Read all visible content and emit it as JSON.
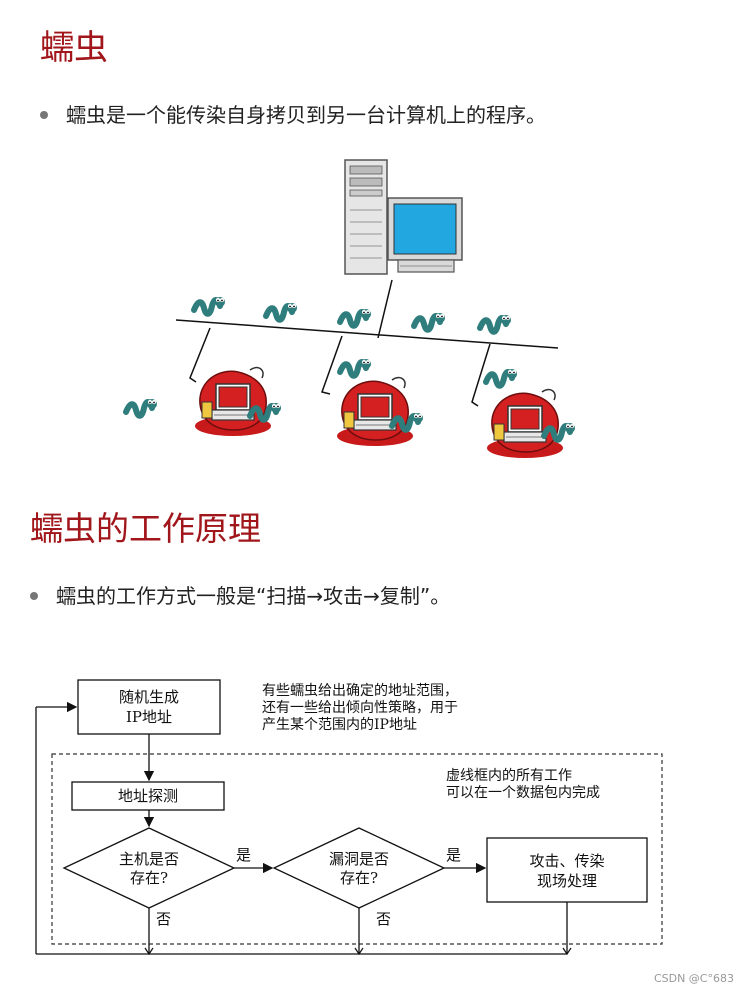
{
  "section1": {
    "title": "蠕虫",
    "bullet": "蠕虫是一个能传染自身拷贝到另一台计算机上的程序。"
  },
  "section2": {
    "title": "蠕虫的工作原理",
    "bullet": "蠕虫的工作方式一般是“扫描→攻击→复制”。"
  },
  "flowchart": {
    "box_generate": [
      "随机生成",
      "IP地址"
    ],
    "note_generate": [
      "有些蠕虫给出确定的地址范围，",
      "还有一些给出倾向性策略，用于",
      "产生某个范围内的IP地址"
    ],
    "note_dashed": [
      "虚线框内的所有工作",
      "可以在一个数据包内完成"
    ],
    "box_probe": "地址探测",
    "decision_host": [
      "主机是否",
      "存在?"
    ],
    "decision_vuln": [
      "漏洞是否",
      "存在?"
    ],
    "box_attack": [
      "攻击、传染",
      "现场处理"
    ],
    "yes": "是",
    "no": "否"
  },
  "watermark": "CSDN @C°683",
  "colors": {
    "title": "#a0161b",
    "worm": "#2f7d7d",
    "infected": "#d42020",
    "screen": "#22a7e0"
  }
}
